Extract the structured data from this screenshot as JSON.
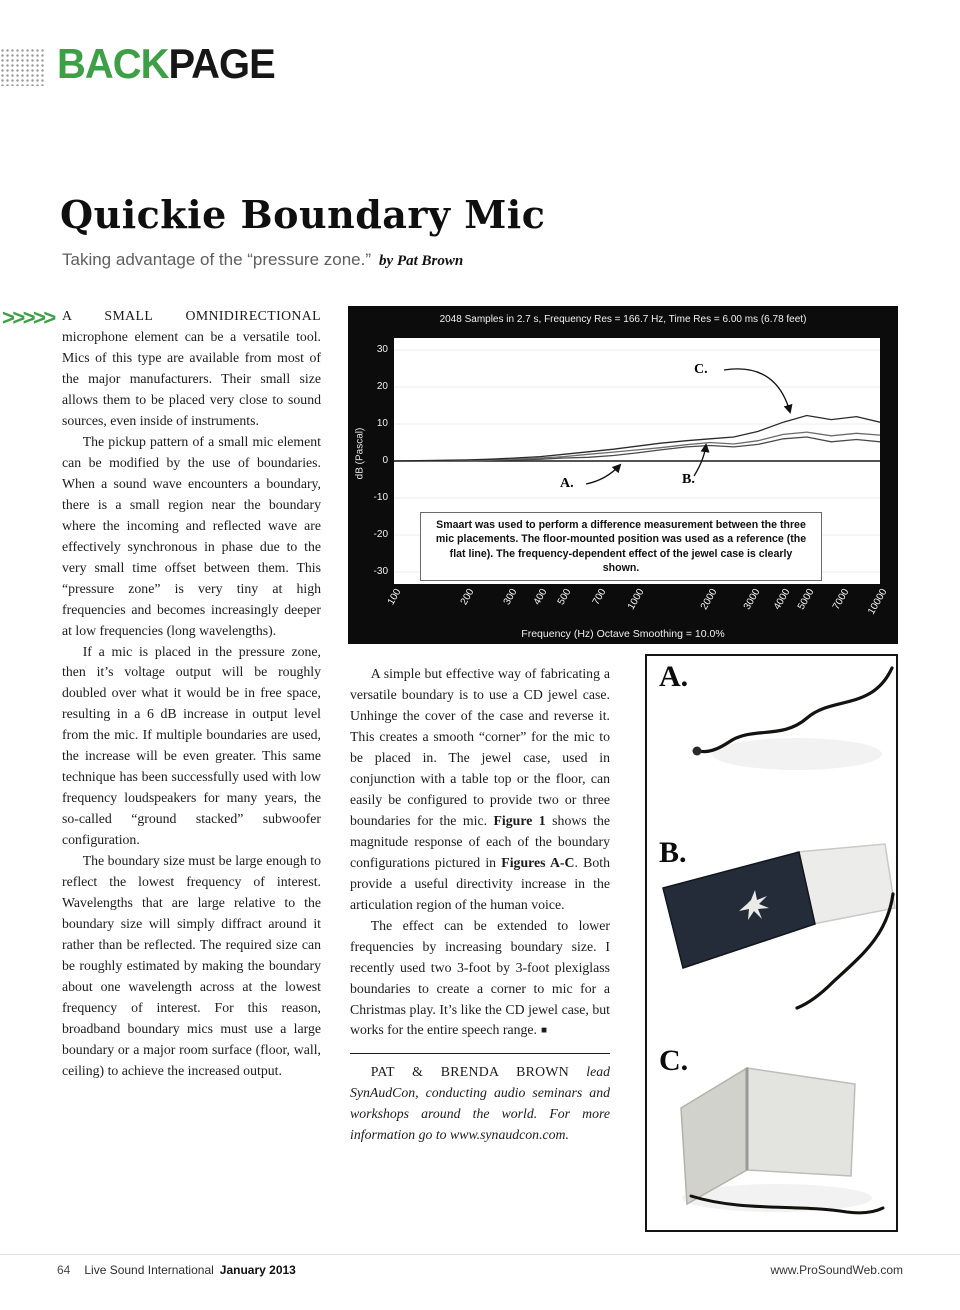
{
  "colors": {
    "accent_green": "#3da047",
    "chart_background": "#0c0c0c"
  },
  "masthead": {
    "back": "BACK",
    "page": "PAGE"
  },
  "header": {
    "title": "Quickie Boundary Mic",
    "subtitle": "Taking advantage of the “pressure zone.”",
    "byline": "by Pat Brown"
  },
  "marker": ">>>>>",
  "article": {
    "col1": [
      {
        "lead": "A SMALL OMNIDIRECTIONAL",
        "text": " microphone element can be a versatile tool. Mics of this type are available from most of the major manufacturers. Their small size allows them to be placed very close to sound sources, even inside of instruments."
      },
      {
        "text": "The pickup pattern of a small mic element can be modified by the use of boundaries. When a sound wave encounters a boundary, there is a small region near the boundary where the incoming and reflected wave are effectively synchronous in phase due to the very small time offset between them. This “pressure zone” is very tiny at high frequencies and becomes increasingly deeper at low frequencies (long wavelengths)."
      },
      {
        "text": "If a mic is placed in the pressure zone, then it’s voltage output will be roughly doubled over what it would be in free space, resulting in a 6 dB increase in output level from the mic. If multiple boundaries are used, the increase will be even greater. This same technique has been successfully used with low frequency loudspeakers for many years, the so-called “ground stacked” subwoofer configuration."
      },
      {
        "text": "The boundary size must be large enough to reflect the lowest frequency of interest. Wavelengths that are large relative to the boundary size will simply diffract around it rather than be reflected. The required size can be roughly estimated by making the boundary about one wavelength across at the lowest frequency of interest. For this reason, broadband boundary mics must use a large boundary or a major room surface (floor, wall, ceiling) to achieve the increased output."
      }
    ],
    "col2_p1": {
      "a": "A simple but effective way of fabricating a versatile boundary is to use a CD jewel case. Unhinge the cover of the case and reverse it. This creates a smooth “corner” for the mic to be placed in. The jewel case, used in conjunction with a table top or the floor, can easily be configured to provide two or three boundaries for the mic. ",
      "b1": "Figure 1",
      "c": " shows the magnitude response of each of the boundary configurations pictured in ",
      "b2": "Figures A-C",
      "d": ". Both provide a useful directivity increase in the articulation region of the human voice."
    },
    "col2_p2": "The effect can be extended to lower frequencies by increasing boundary size. I recently used two 3-foot by 3-foot plexiglass boundaries to create a corner to mic for a Christmas play. It’s like the CD jewel case, but works for the entire speech range.",
    "endmark": "■",
    "bio": {
      "names": "PAT & BRENDA BROWN",
      "text": " lead SynAudCon, conducting audio seminars and workshops around the world. For more information go to www.synaudcon.com."
    }
  },
  "chart": {
    "header": "2048 Samples in 2.7 s, Frequency Res = 166.7 Hz, Time Res = 6.00 ms (6.78 feet)",
    "ylabel": "dB (Pascal)",
    "xlabel": "Frequency (Hz) Octave Smoothing = 10.0%",
    "note": "Smaart was used to perform a difference measurement between the three mic placements. The floor-mounted position was used as a reference (the flat line). The frequency-dependent effect of the jewel case is clearly shown.",
    "yticks": [
      30,
      20,
      10,
      0,
      -10,
      -20,
      -30
    ],
    "xticks": [
      100,
      200,
      300,
      400,
      500,
      700,
      1000,
      2000,
      3000,
      4000,
      5000,
      7000,
      10000
    ],
    "curve_labels": {
      "a": "A.",
      "b": "B.",
      "c": "C."
    },
    "chart_data": {
      "type": "line",
      "xscale": "log",
      "xlim": [
        100,
        10000
      ],
      "ylim": [
        -30,
        30
      ],
      "xlabel": "Frequency (Hz) Octave Smoothing = 10.0%",
      "ylabel": "dB (Pascal)",
      "x": [
        100,
        125,
        160,
        200,
        250,
        315,
        400,
        500,
        630,
        800,
        1000,
        1250,
        1600,
        2000,
        2500,
        3150,
        4000,
        5000,
        6300,
        8000,
        10000
      ],
      "series": [
        {
          "name": "Floor-mounted reference",
          "values": [
            0,
            0,
            0,
            0,
            0,
            0,
            0,
            0,
            0,
            0,
            0,
            0,
            0,
            0,
            0,
            0,
            0,
            0,
            0,
            0,
            0
          ]
        },
        {
          "name": "A",
          "values": [
            0,
            0,
            0,
            0,
            0.2,
            0.3,
            0.5,
            0.8,
            1,
            1.5,
            2.2,
            3,
            3.8,
            4.2,
            3.8,
            4.5,
            6,
            6.5,
            5.2,
            5.8,
            5.2
          ]
        },
        {
          "name": "B",
          "values": [
            0,
            0,
            0.1,
            0.2,
            0.3,
            0.5,
            0.8,
            1.2,
            1.8,
            2.4,
            3,
            3.6,
            4.4,
            5,
            4.6,
            5.5,
            7.2,
            7.8,
            6.8,
            7.5,
            7
          ]
        },
        {
          "name": "C",
          "values": [
            0,
            0.1,
            0.2,
            0.3,
            0.5,
            0.8,
            1.2,
            1.8,
            2.5,
            3.2,
            4,
            4.8,
            5.5,
            6,
            6.5,
            8,
            10.5,
            12.3,
            11.2,
            12,
            10.5
          ]
        }
      ]
    }
  },
  "figures": {
    "a": "A.",
    "b": "B.",
    "c": "C."
  },
  "footer": {
    "page_number": "64",
    "publication": "Live Sound International",
    "issue": "January 2013",
    "website": "www.ProSoundWeb.com"
  }
}
